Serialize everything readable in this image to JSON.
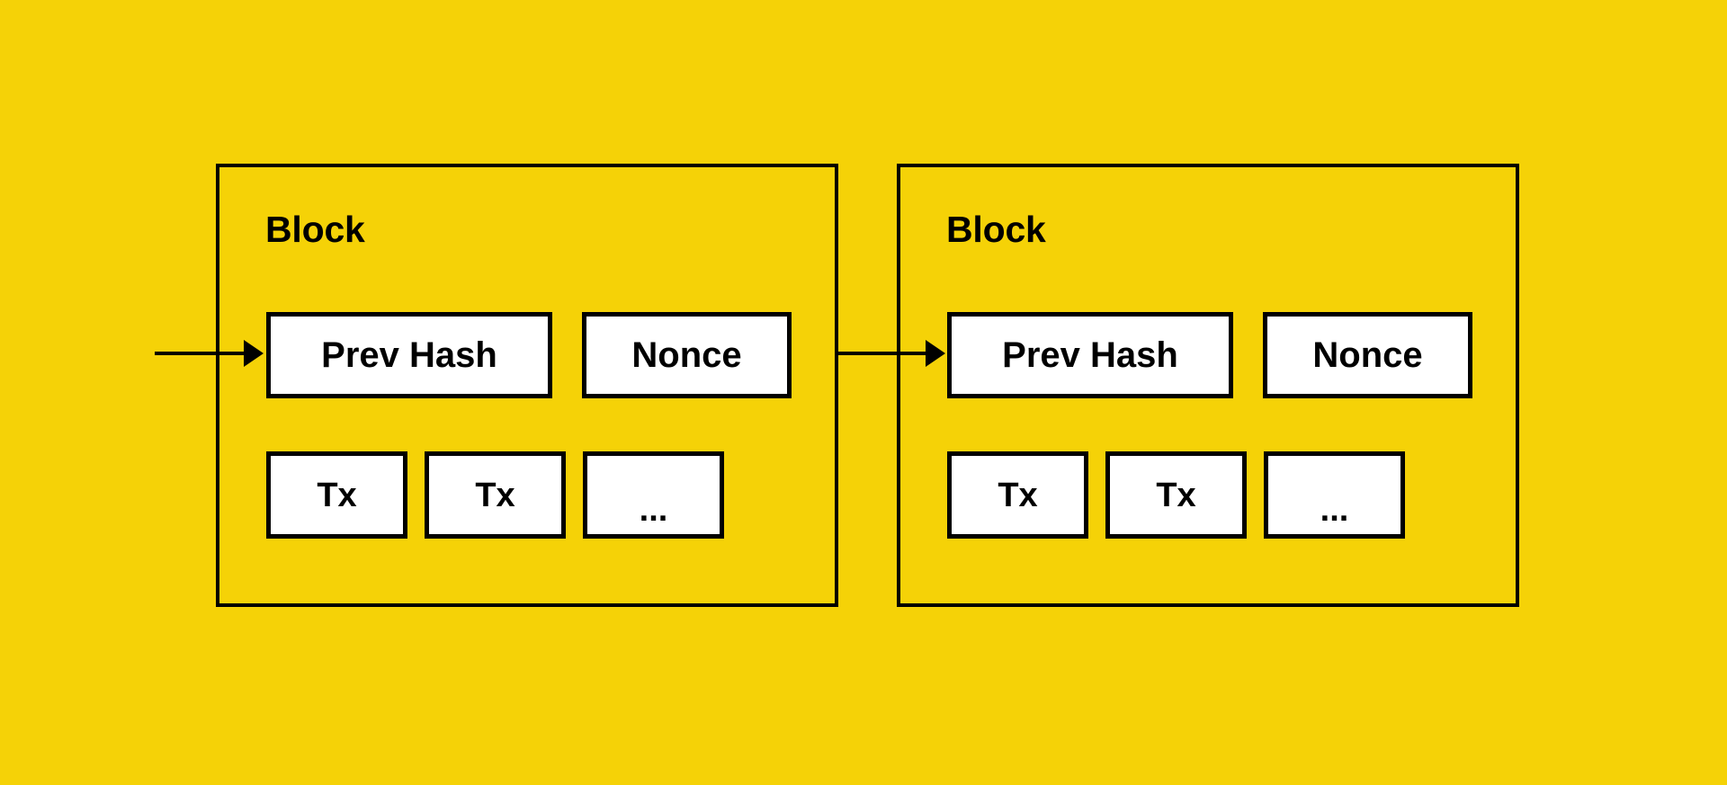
{
  "diagram": {
    "title": "Blockchain block chain diagram",
    "background_color": "#F5D207",
    "line_color": "#000000",
    "box_fill_color": "#FFFFFF",
    "blocks": [
      {
        "heading": "Block",
        "header_fields": [
          {
            "label": "Prev Hash"
          },
          {
            "label": "Nonce"
          }
        ],
        "transaction_fields": [
          {
            "label": "Tx"
          },
          {
            "label": "Tx"
          },
          {
            "label": "..."
          }
        ]
      },
      {
        "heading": "Block",
        "header_fields": [
          {
            "label": "Prev Hash"
          },
          {
            "label": "Nonce"
          }
        ],
        "transaction_fields": [
          {
            "label": "Tx"
          },
          {
            "label": "Tx"
          },
          {
            "label": "..."
          }
        ]
      }
    ],
    "connectors": [
      {
        "name": "incoming-arrow",
        "from": "outside-left",
        "to": "block-1-prev-hash"
      },
      {
        "name": "chain-arrow",
        "from": "block-1",
        "to": "block-2-prev-hash"
      }
    ]
  }
}
